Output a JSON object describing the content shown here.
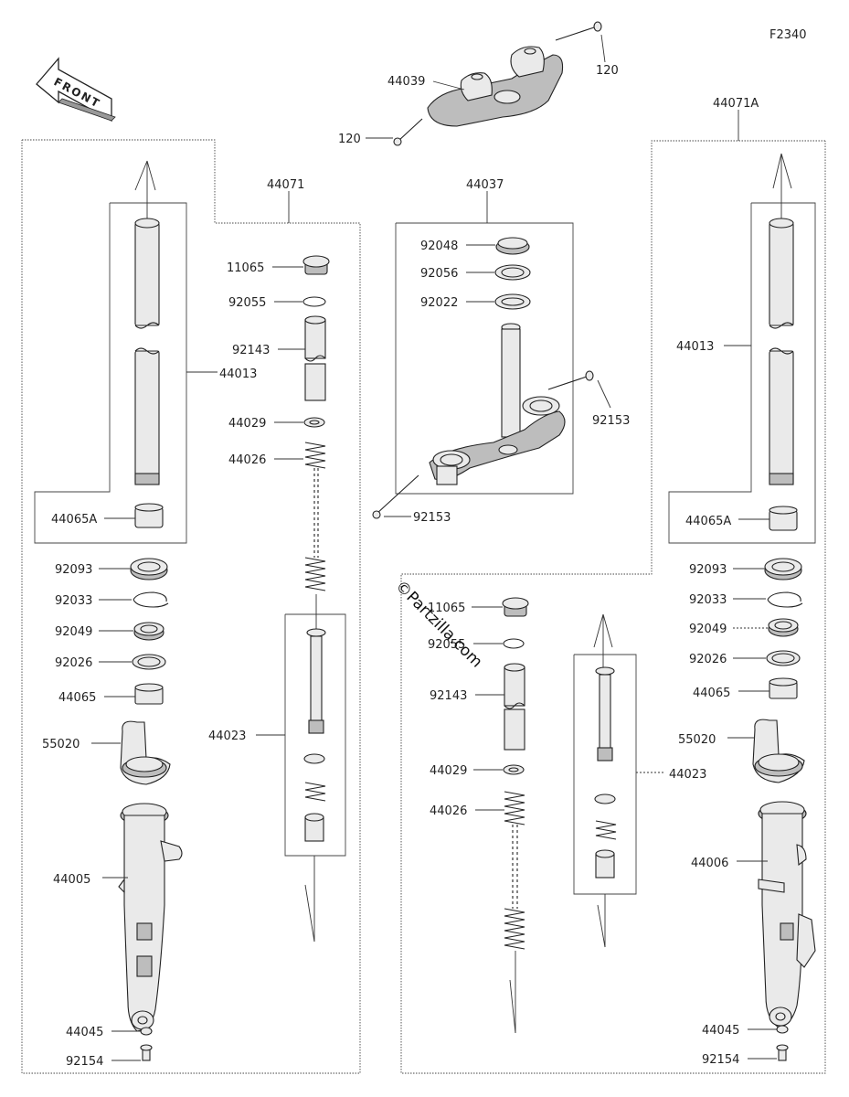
{
  "diagram_code": "F2340",
  "front_label": "FRONT",
  "watermark": "©Partzilla.com",
  "labels": {
    "top_clamp": "44039",
    "bolt_top_right": "120",
    "bolt_top_left": "120",
    "left_fork_assy": "44071",
    "right_fork_assy": "44071A",
    "stem_assy": "44037",
    "stem_92048": "92048",
    "stem_92056": "92056",
    "stem_92022": "92022",
    "stem_bolt_right": "92153",
    "stem_bolt_left": "92153",
    "l_cap": "11065",
    "l_oring": "92055",
    "l_spacer": "92143",
    "l_washer": "44029",
    "l_spring": "44026",
    "l_cartridge": "44023",
    "l_inner_tube": "44013",
    "l_bush_a": "44065A",
    "l_seal_92093": "92093",
    "l_clip": "92033",
    "l_seal_92049": "92049",
    "l_washer_92026": "92026",
    "l_bush": "44065",
    "l_protector": "55020",
    "l_outer_tube": "44005",
    "l_gasket": "44045",
    "l_bolt": "92154",
    "r_inner_tube": "44013",
    "r_bush_a": "44065A",
    "r_seal_92093": "92093",
    "r_clip": "92033",
    "r_seal_92049": "92049",
    "r_washer_92026": "92026",
    "r_bush": "44065",
    "r_protector": "55020",
    "r_outer_tube": "44006",
    "r_gasket": "44045",
    "r_bolt": "92154",
    "r_cap": "11065",
    "r_oring": "92055",
    "r_spacer": "92143",
    "r_washer": "44029",
    "r_spring": "44026",
    "r_cartridge": "44023"
  }
}
